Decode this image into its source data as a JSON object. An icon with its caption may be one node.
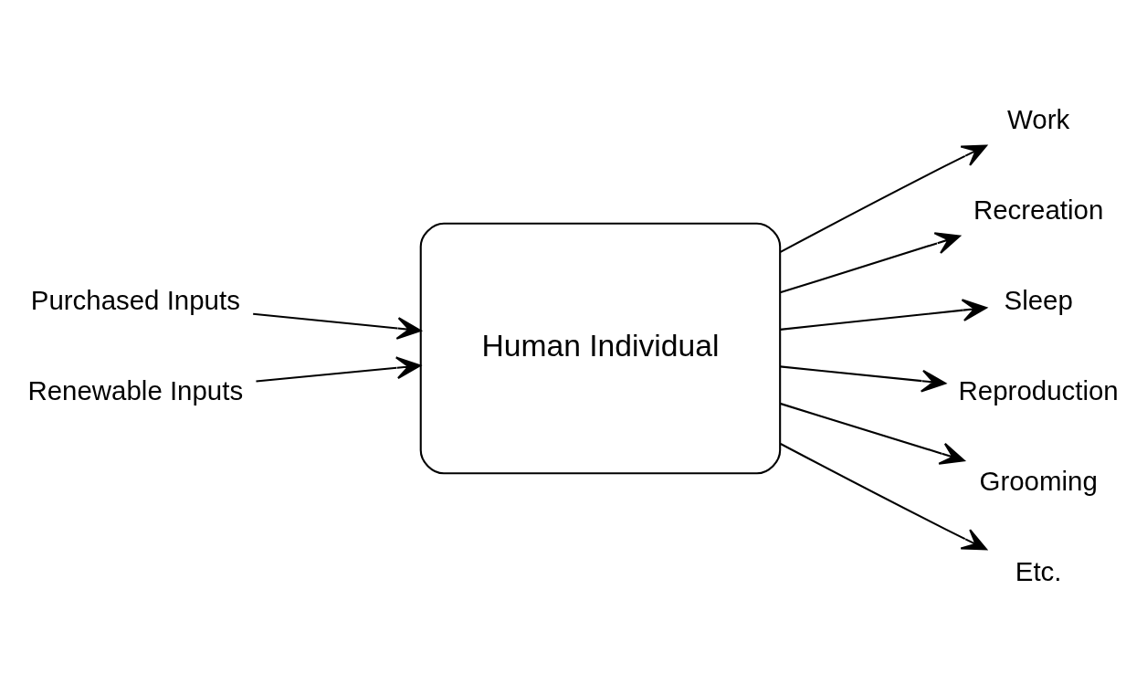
{
  "diagram": {
    "nodes": [
      {
        "text": [
          "Purchased Inputs"
        ]
      },
      {
        "text": [
          "Renewable Inputs"
        ]
      },
      {
        "text": [
          "Human Individual"
        ]
      },
      {
        "text": [
          "Work"
        ]
      },
      {
        "text": [
          "Recreation"
        ]
      },
      {
        "text": [
          "Sleep"
        ]
      },
      {
        "text": [
          "Reproduction"
        ]
      },
      {
        "text": [
          "Grooming"
        ]
      },
      {
        "text": [
          "Etc."
        ]
      }
    ],
    "edges": [
      {
        "from": 0,
        "to": 2,
        "arrow": "to"
      },
      {
        "from": 1,
        "to": 2,
        "arrow": "to"
      },
      {
        "from": 2,
        "to": 3,
        "arrow": "to"
      },
      {
        "from": 2,
        "to": 4,
        "arrow": "to"
      },
      {
        "from": 2,
        "to": 5,
        "arrow": "to"
      },
      {
        "from": 2,
        "to": 6,
        "arrow": "to"
      },
      {
        "from": 2,
        "to": 7,
        "arrow": "to"
      },
      {
        "from": 2,
        "to": 8,
        "arrow": "to"
      }
    ]
  }
}
